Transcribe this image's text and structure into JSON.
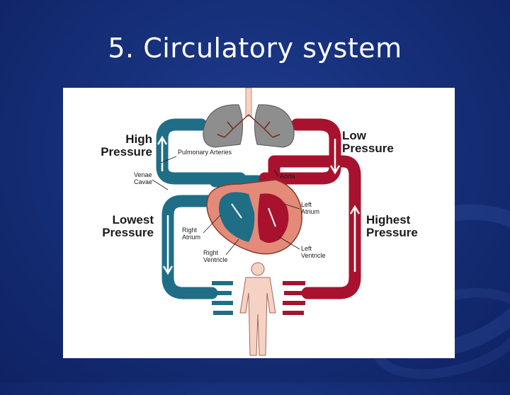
{
  "slide": {
    "title": "5. Circulatory system"
  },
  "diagram": {
    "high_pressure": [
      "High",
      "Pressure"
    ],
    "low_pressure": [
      "Low",
      "Pressure"
    ],
    "lowest_pressure": [
      "Lowest",
      "Pressure"
    ],
    "highest_pressure": [
      "Highest",
      "Pressure"
    ],
    "pulmonary_arteries": "Pulmonary Arteries",
    "venae_cavae": [
      "Venae",
      "Cavae"
    ],
    "aorta": "Aorta",
    "left_atrium": [
      "Left",
      "Atrium"
    ],
    "right_atrium": [
      "Right",
      "Atrium"
    ],
    "right_ventricle": [
      "Right",
      "Ventricle"
    ],
    "left_ventricle": [
      "Left",
      "Ventricle"
    ]
  },
  "colors": {
    "oxygenated": "#a8122e",
    "deoxygenated": "#1f6e86",
    "heart": "#e48a78",
    "lungs": "#8e8e8e",
    "body": "#f6d2c4"
  }
}
